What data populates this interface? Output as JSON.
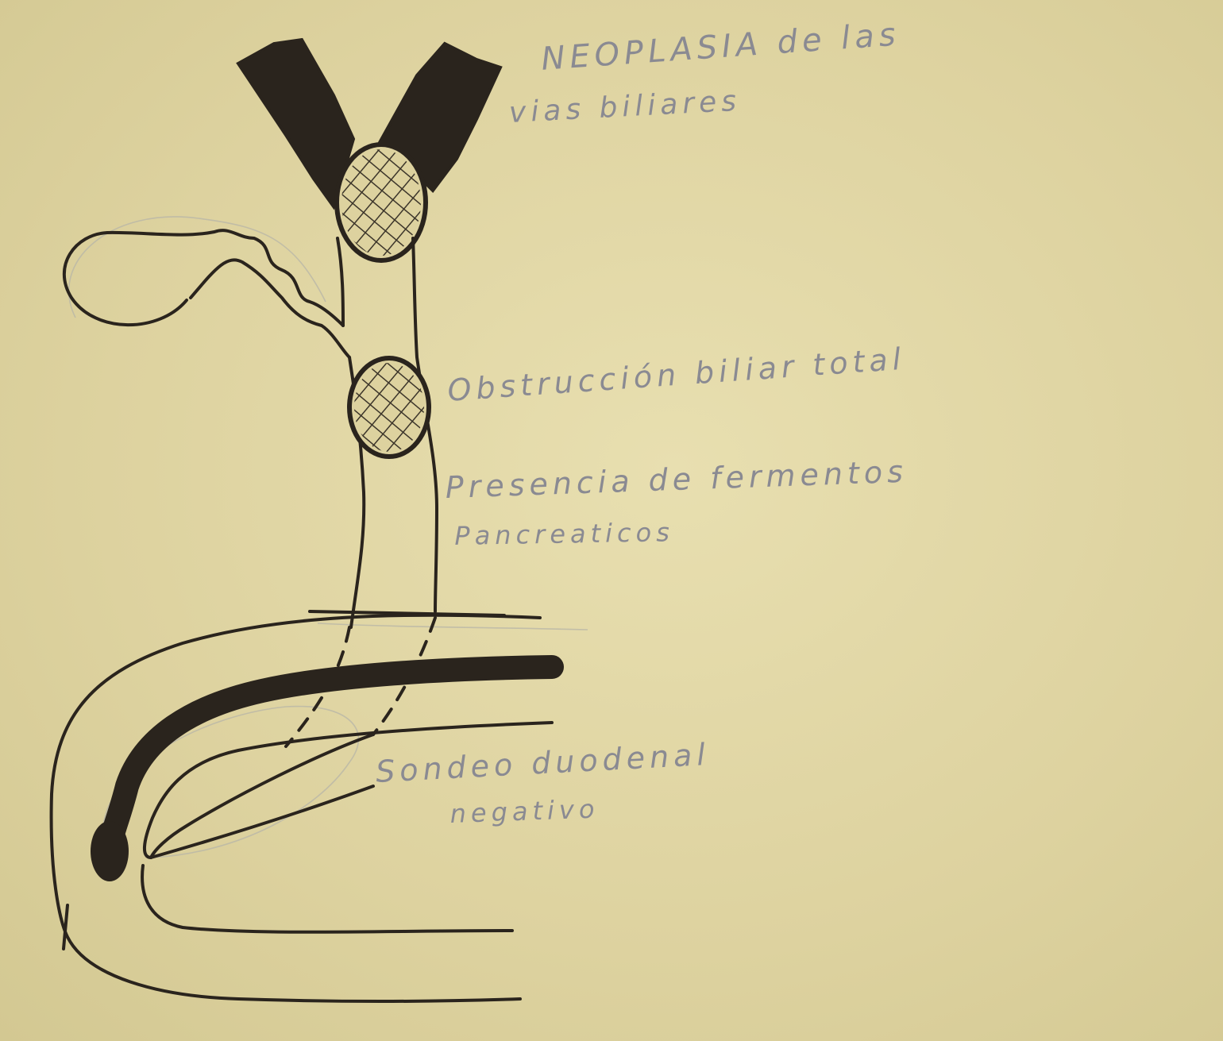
{
  "annotations": {
    "neoplasia_line1": "NEOPLASIA de las",
    "neoplasia_line2": "vias biliares",
    "obstruccion": "Obstrucción biliar total",
    "fermentos_line1": "Presencia de fermentos",
    "fermentos_line2": "Pancreaticos",
    "sondeo_line1": "Sondeo duodenal",
    "sondeo_line2": "negativo"
  },
  "colors": {
    "paper": "#ddd29f",
    "ink": "#2a241d",
    "pencil_text": "#8a8a92"
  }
}
